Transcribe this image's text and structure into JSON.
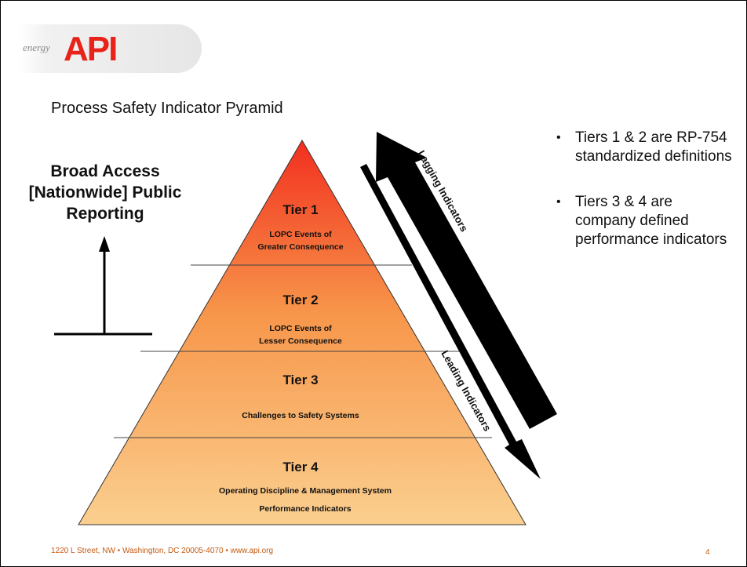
{
  "logo": {
    "energy_text": "energy",
    "brand": "API"
  },
  "slide_title": "Process Safety Indicator Pyramid",
  "left_heading": {
    "line1": "Broad Access",
    "line2": "[Nationwide] Public",
    "line3": "Reporting"
  },
  "pyramid": {
    "tiers": [
      {
        "title": "Tier 1",
        "line1": "LOPC Events of",
        "line2": "Greater Consequence"
      },
      {
        "title": "Tier 2",
        "line1": "LOPC Events of",
        "line2": "Lesser Consequence"
      },
      {
        "title": "Tier 3",
        "line1": "Challenges to Safety Systems"
      },
      {
        "title": "Tier 4",
        "line1": "Operating Discipline & Management System",
        "line2": "Performance Indicators"
      }
    ],
    "colors": {
      "top": "#f22f1f",
      "mid": "#f7964a",
      "bottom": "#fbcf8f"
    }
  },
  "arrows": {
    "lagging_label": "Lagging Indicators",
    "leading_label": "Leading Indicators"
  },
  "bullets": [
    {
      "text": "Tiers 1 & 2 are RP-754 standardized definitions"
    },
    {
      "text": "Tiers 3 & 4 are company defined performance indicators"
    }
  ],
  "footer": {
    "address": "1220 L Street, NW  •  Washington, DC 20005-4070  •  www.api.org",
    "page_number": "4"
  }
}
